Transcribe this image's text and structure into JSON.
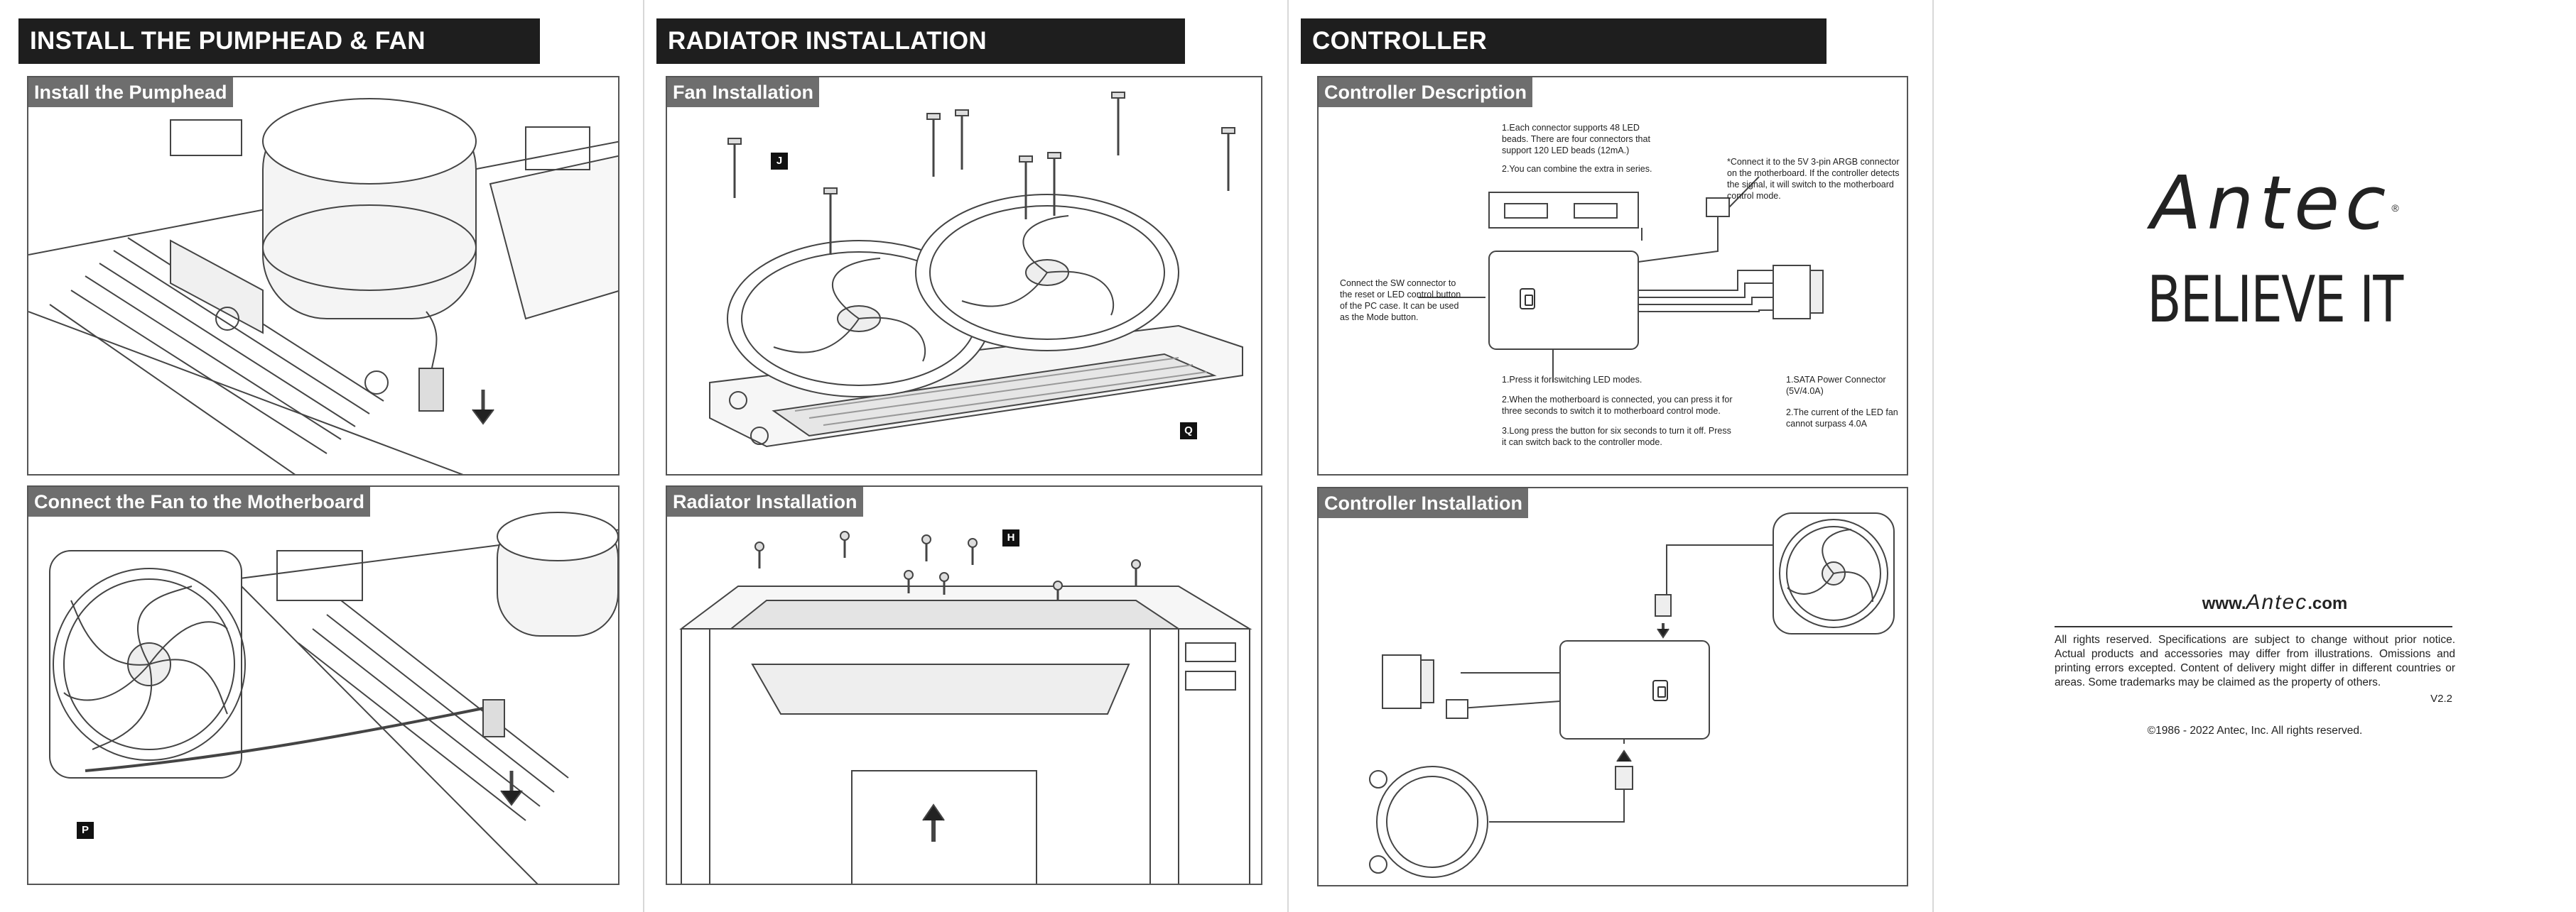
{
  "sections": {
    "pumphead": {
      "header": "INSTALL THE PUMPHEAD & FAN",
      "panel1": "Install the Pumphead",
      "panel2": "Connect the Fan to the Motherboard",
      "tag_p": "P"
    },
    "radiator": {
      "header": "RADIATOR INSTALLATION",
      "panel1": "Fan Installation",
      "panel2": "Radiator Installation",
      "tag_j": "J",
      "tag_q": "Q",
      "tag_h": "H"
    },
    "controller": {
      "header": "CONTROLLER",
      "panel1": "Controller Description",
      "panel2": "Controller Installation",
      "notes": {
        "n1": "1.Each connector supports 48 LED beads. There are four connectors that support 120 LED beads (12mA.)",
        "n2": "2.You can combine the extra in series.",
        "argb": "*Connect it to the 5V 3-pin ARGB connector on the motherboard. If the controller detects the signal, it will switch to the motherboard control mode.",
        "sw": "Connect the SW connector to the reset or LED control button of the PC case. It can be used as the Mode button.",
        "b1": "1.Press it for switching LED modes.",
        "b2": "2.When the motherboard is connected, you can press it for three seconds to switch it to motherboard control mode.",
        "b3": "3.Long press the button for six seconds to turn it off. Press it can switch back to the controller mode.",
        "s1": "1.SATA Power Connector (5V/4.0A)",
        "s2": "2.The current of the LED fan cannot surpass 4.0A"
      }
    },
    "cover": {
      "brand": "Antec",
      "registered": "®",
      "slogan": "BELIEVE IT",
      "web_prefix": "www.",
      "web_brand": "Antec",
      "web_suffix": ".com",
      "disclaimer": "All rights reserved. Specifications are subject to change without prior notice. Actual products and accessories may differ from illustrations. Omissions and printing errors excepted. Content of delivery might differ in different countries or areas. Some trademarks may be claimed as the property of others.",
      "version": "V2.2",
      "copyright": "©1986 - 2022 Antec, Inc. All rights reserved."
    }
  }
}
